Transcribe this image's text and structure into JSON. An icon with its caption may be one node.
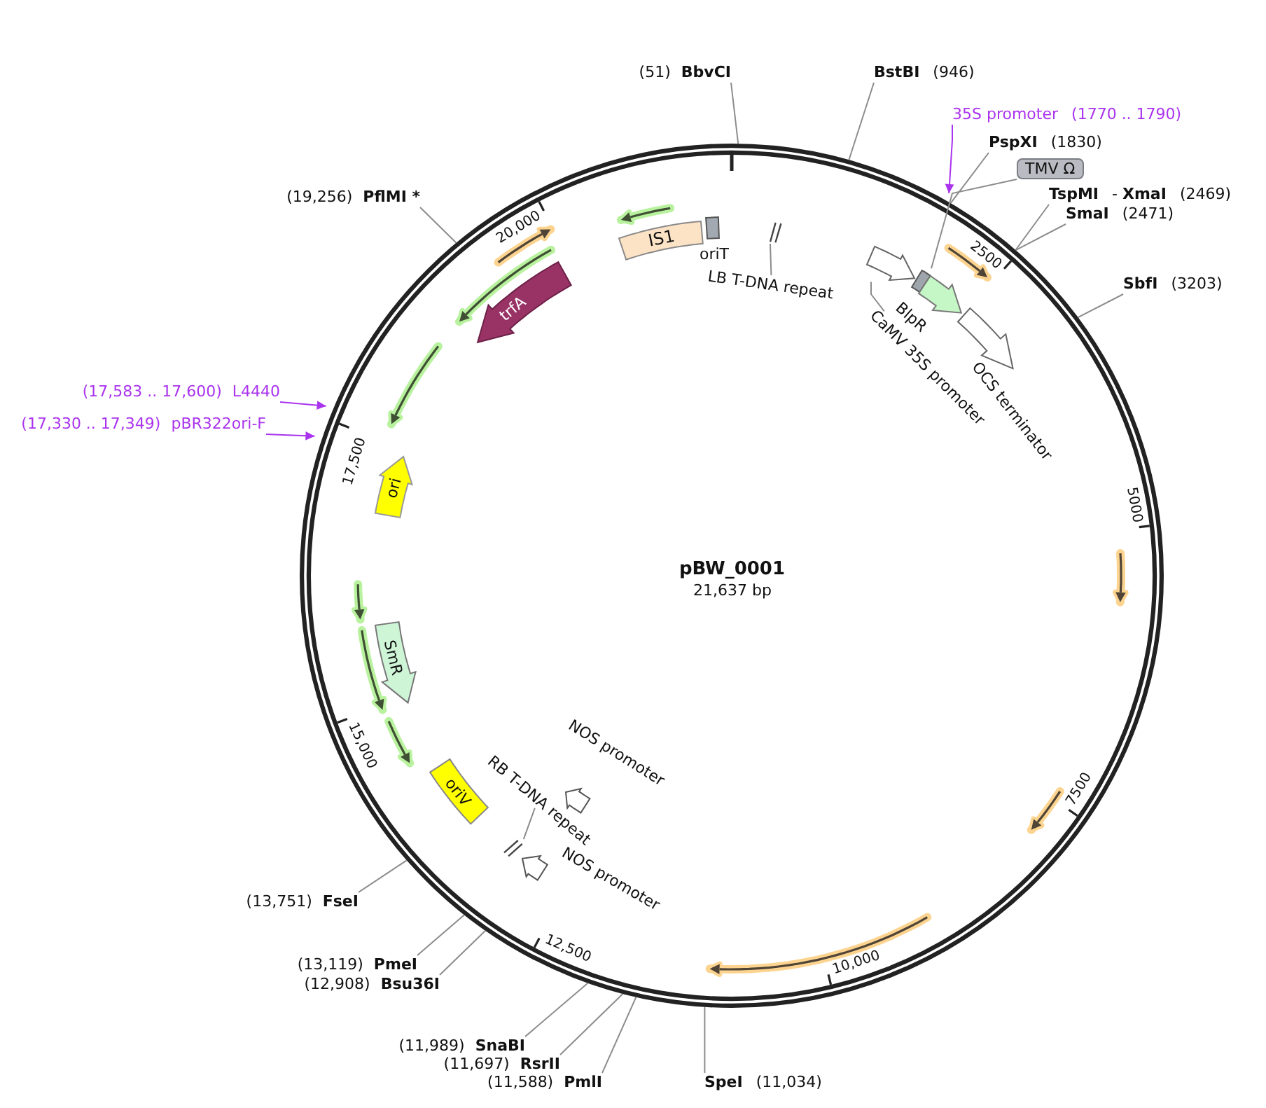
{
  "diagram": {
    "title": "pBW_0001",
    "nodes": [
      {
        "text": [
          "(51)",
          "BbvCI"
        ]
      },
      {
        "text": [
          "BstBI",
          "(946)"
        ]
      },
      {
        "text": [
          "35S promoter",
          "(1770 .. 1790)"
        ]
      },
      {
        "text": [
          "PspXI",
          "(1830)"
        ]
      },
      {
        "text": [
          "TMV Ω"
        ]
      },
      {
        "text": [
          "TspMI",
          "- **XmaI**",
          "(2469)"
        ]
      },
      {
        "text": [
          "SmaI",
          "(2471)"
        ]
      },
      {
        "text": [
          "SbfI",
          "(3203)"
        ]
      },
      {
        "text": [
          "(19,256)",
          "PflMI *"
        ]
      },
      {
        "text": [
          "(17,583 .. 17,600)",
          "L4440"
        ]
      },
      {
        "text": [
          "(17,330 .. 17,349)",
          "pBR322ori-F"
        ]
      },
      {
        "text": [
          "(13,751)",
          "FseI"
        ]
      },
      {
        "text": [
          "(13,119)",
          "PmeI"
        ]
      },
      {
        "text": [
          "(12,908)",
          "Bsu36I"
        ]
      },
      {
        "text": [
          "(11,989)",
          "SnaBI"
        ]
      },
      {
        "text": [
          "(11,697)",
          "RsrII"
        ]
      },
      {
        "text": [
          "(11,588)",
          "PmlI"
        ]
      },
      {
        "text": [
          "SpeI",
          "(11,034)"
        ]
      },
      {
        "text": [
          "IS1"
        ]
      },
      {
        "text": [
          "oriT"
        ]
      },
      {
        "text": [],
        "shape": "bar"
      },
      {
        "text": [
          "LB T-DNA repeat"
        ]
      },
      {
        "text": [
          "trfA"
        ]
      },
      {
        "text": [],
        "shape": "arrow"
      },
      {
        "text": [
          "CaMV 35S promoter"
        ]
      },
      {
        "text": [],
        "shape": "box"
      },
      {
        "text": [
          "BlpR"
        ]
      },
      {
        "text": [
          "OCS terminator"
        ]
      },
      {
        "text": [
          "ori"
        ]
      },
      {
        "text": [
          "SmR"
        ]
      },
      {
        "text": [
          "oriV"
        ]
      },
      {
        "text": [
          "NOS promoter"
        ]
      },
      {
        "text": [],
        "shape": "bar"
      },
      {
        "text": [
          "RB T-DNA repeat"
        ]
      },
      {
        "text": [
          "NOS promoter"
        ]
      }
    ],
    "edges": [
      {
        "from": 0,
        "to": null,
        "arrow": "none"
      },
      {
        "from": 1,
        "to": null,
        "arrow": "none"
      },
      {
        "from": 2,
        "to": null,
        "arrow": "to",
        "color": "#aa33ee"
      },
      {
        "from": 3,
        "to": null,
        "arrow": "none"
      },
      {
        "from": 4,
        "to": 25,
        "arrow": "none"
      },
      {
        "from": 5,
        "to": null,
        "arrow": "none"
      },
      {
        "from": 6,
        "to": null,
        "arrow": "none"
      },
      {
        "from": 7,
        "to": null,
        "arrow": "none"
      },
      {
        "from": 8,
        "to": null,
        "arrow": "none"
      },
      {
        "from": 9,
        "to": null,
        "arrow": "to",
        "color": "#aa33ee"
      },
      {
        "from": 10,
        "to": null,
        "arrow": "to",
        "color": "#aa33ee"
      },
      {
        "from": 11,
        "to": null,
        "arrow": "none"
      },
      {
        "from": 12,
        "to": null,
        "arrow": "none"
      },
      {
        "from": 13,
        "to": null,
        "arrow": "none"
      },
      {
        "from": 14,
        "to": null,
        "arrow": "none"
      },
      {
        "from": 15,
        "to": null,
        "arrow": "none"
      },
      {
        "from": 16,
        "to": null,
        "arrow": "none"
      },
      {
        "from": 17,
        "to": null,
        "arrow": "none"
      },
      {
        "from": 21,
        "to": 20,
        "arrow": "none"
      },
      {
        "from": 24,
        "to": 23,
        "arrow": "none"
      },
      {
        "from": 33,
        "to": 32,
        "arrow": "none"
      }
    ],
    "labels": [
      "21,637 bp",
      "2500",
      "5000",
      "7500",
      "10,000",
      "12,500",
      "15,000",
      "17,500",
      "20,000"
    ]
  }
}
